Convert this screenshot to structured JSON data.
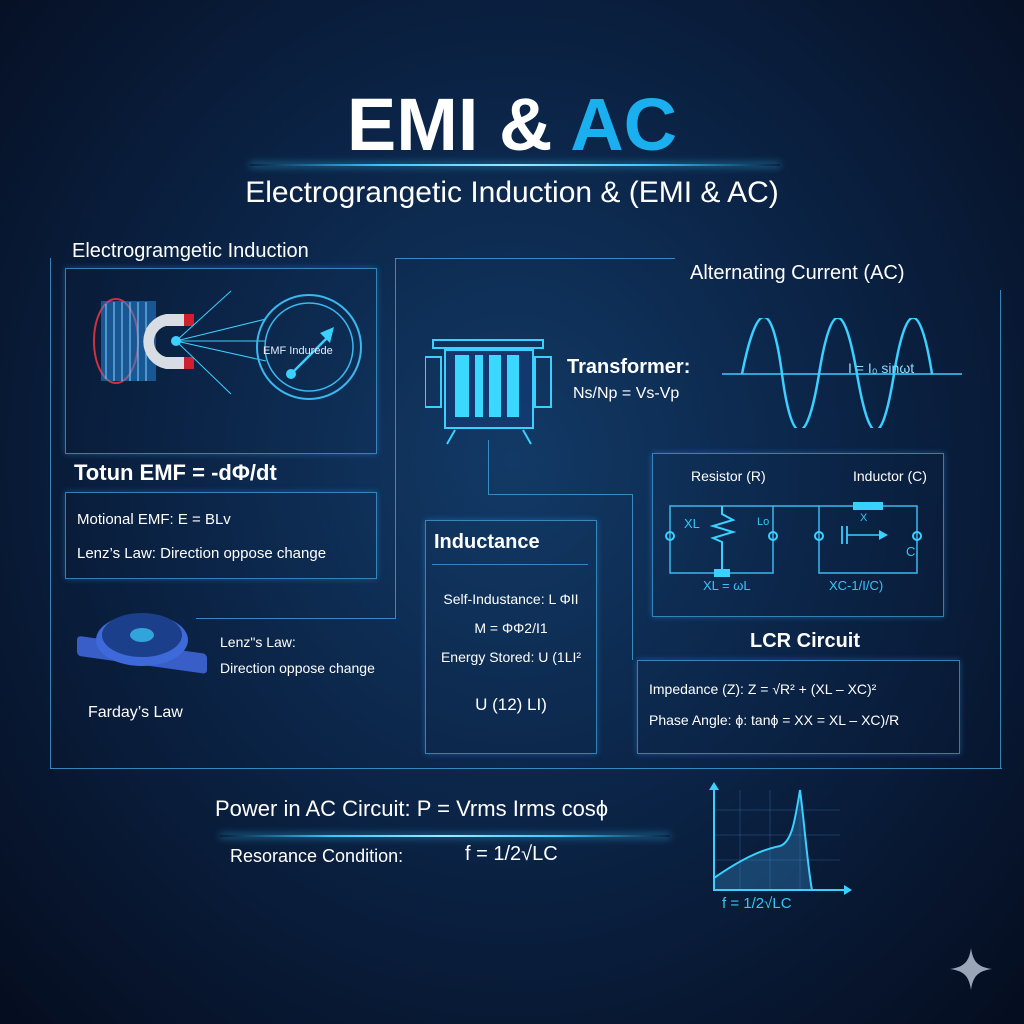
{
  "header": {
    "title_part1": "EMI & ",
    "title_part2": "AC",
    "subtitle": "Electrograngetic Induction & (EMI & AC)"
  },
  "colors": {
    "accent": "#1ab0f0",
    "background": "#0b2447",
    "frame": "#46aae6"
  },
  "emi": {
    "title": "Electrogramgetic Induction",
    "illustration_label": "EMF Indurede",
    "total_emf": "Totun EMF = -dΦ/dt",
    "motional_emf": "Motional EMF:  E = BLv",
    "lenz_law": "Lenz’s Law: Direction oppose change",
    "lenz_side_title": "Lenz\"s Law:",
    "lenz_side_text": "Direction oppose change",
    "faraday_label": "Farday’s Law"
  },
  "transformer": {
    "title": "Transformer:",
    "formula": "Ns/Np = Vs-Vp"
  },
  "ac": {
    "title": "Alternating Current (AC)",
    "wave_label": "I = I₀ sinωt"
  },
  "circuit": {
    "resistor_title": "Resistor (R)",
    "inductor_title": "Inductor (C)",
    "xl": "XL",
    "lo": "Lo",
    "xl_formula": "XL = ωL",
    "x": "X",
    "c": "C",
    "xc_formula": "XC-1/I/C)"
  },
  "inductance": {
    "title": "Inductance",
    "self": "Self-Industance: L ΦII",
    "mutual": "M = ΦΦ2/I1",
    "energy": "Energy Stored: U (1LI²",
    "energy2": "U (12) LI)"
  },
  "lcr": {
    "title": "LCR Circuit",
    "impedance": "Impedance (Z): Z = √R² + (XL – XC)²",
    "phase": "Phase Angle: ϕ: tanϕ = XX = XL – XC)/R"
  },
  "power": {
    "text": "Power in AC Circuit: P = Vrms Irms cosϕ"
  },
  "resonance": {
    "label": "Resorance Condition:",
    "formula": "f = 1/2√LC",
    "graph_label": "f = 1/2√LC"
  }
}
